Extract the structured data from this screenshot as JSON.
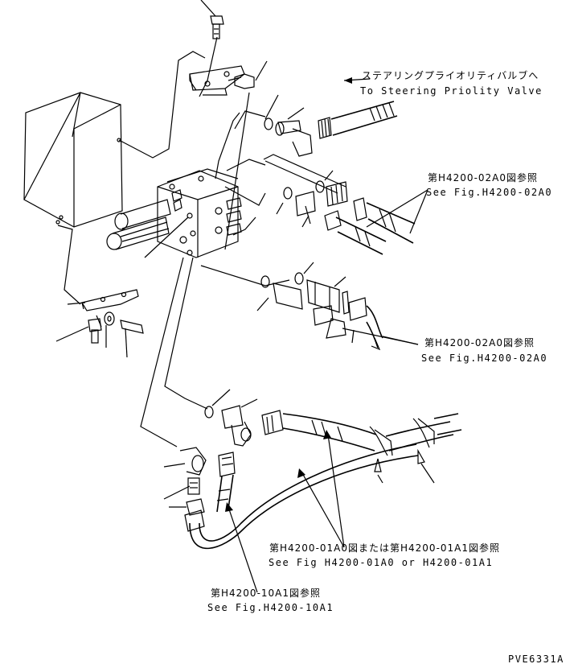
{
  "callouts": {
    "steering_jp": "ステアリングプライオリティバルブへ",
    "steering_en": "To Steering Priolity Valve",
    "ref1_jp": "第H4200-02A0図参照",
    "ref1_en": "See Fig.H4200-02A0",
    "ref2_jp": "第H4200-02A0図参照",
    "ref2_en": "See Fig.H4200-02A0",
    "ref3_jp": "第H4200-01A0図または第H4200-01A1図参照",
    "ref3_en": "See Fig H4200-01A0 or H4200-01A1",
    "ref4_jp": "第H4200-10A1図参照",
    "ref4_en": "See Fig.H4200-10A1"
  },
  "drawing_code": "PVE6331A"
}
